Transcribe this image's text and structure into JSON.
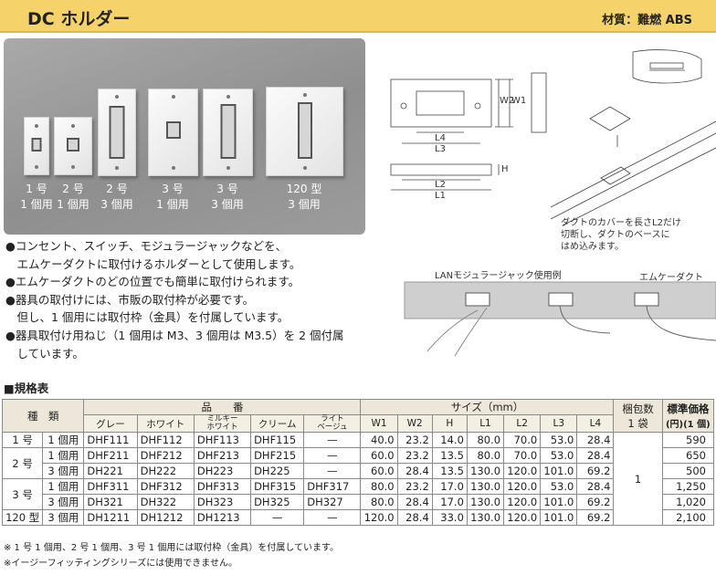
{
  "header": {
    "title": "DC ホルダー",
    "material": "材質：難燃 ABS"
  },
  "photo_labels": [
    {
      "line1": "1 号",
      "line2": "1 個用"
    },
    {
      "line1": "2 号",
      "line2": "1 個用"
    },
    {
      "line1": "2 号",
      "line2": "3 個用"
    },
    {
      "line1": "3 号",
      "line2": "1 個用"
    },
    {
      "line1": "3 号",
      "line2": "3 個用"
    },
    {
      "line1": "120 型",
      "line2": "3 個用"
    }
  ],
  "bullets": [
    "●コンセント、スイッチ、モジュラージャックなどを、",
    "　エムケーダクトに取付けるホルダーとして使用します。",
    "●エムケーダクトのどの位置でも簡単に取付けられます。",
    "●器具の取付けには、市販の取付枠が必要です。",
    "　但し、1 個用には取付枠（金具）を付属しています。",
    "●器具取付け用ねじ（1 個用は M3、3 個用は M3.5）を 2 個付属",
    "　しています。"
  ],
  "diagram": {
    "dim_labels": {
      "w1": "W1",
      "w2": "W2",
      "l1": "L1",
      "l2": "L2",
      "l3": "L3",
      "l4": "L4",
      "h": "H"
    },
    "duct_note": [
      "ダクトのカバーを長さL2だけ",
      "切断し、ダクトのベースに",
      "はめ込みます。"
    ],
    "lan_caption": "LANモジュラージャック使用例",
    "duct_label": "エムケーダクト"
  },
  "section_title": "■規格表",
  "table": {
    "h_kind": "種　類",
    "h_model": "品　　番",
    "h_size": "サイズ（mm）",
    "h_pack": [
      "梱包数",
      "1 袋"
    ],
    "h_price": [
      "標準価格",
      "(円)(1 個)"
    ],
    "colors": [
      "グレー",
      "ホワイト",
      [
        "ミルキー",
        "ホワイト"
      ],
      "クリーム",
      [
        "ライト",
        "ベージュ"
      ]
    ],
    "dims": [
      "W1",
      "W2",
      "H",
      "L1",
      "L2",
      "L3",
      "L4"
    ],
    "pack_value": "1",
    "groups": [
      {
        "kind": "1 号",
        "rows": [
          {
            "use": "1 個用",
            "models": [
              "DHF111",
              "DHF112",
              "DHF113",
              "DHF115",
              "—"
            ],
            "sizes": [
              "40.0",
              "23.2",
              "14.0",
              "80.0",
              "70.0",
              "53.0",
              "28.4"
            ],
            "price": "590"
          }
        ]
      },
      {
        "kind": "2 号",
        "rows": [
          {
            "use": "1 個用",
            "models": [
              "DHF211",
              "DHF212",
              "DHF213",
              "DHF215",
              "—"
            ],
            "sizes": [
              "60.0",
              "23.2",
              "13.5",
              "80.0",
              "70.0",
              "53.0",
              "28.4"
            ],
            "price": "650"
          },
          {
            "use": "3 個用",
            "models": [
              "DH221",
              "DH222",
              "DH223",
              "DH225",
              "—"
            ],
            "sizes": [
              "60.0",
              "28.4",
              "13.5",
              "130.0",
              "120.0",
              "101.0",
              "69.2"
            ],
            "price": "500"
          }
        ]
      },
      {
        "kind": "3 号",
        "rows": [
          {
            "use": "1 個用",
            "models": [
              "DHF311",
              "DHF312",
              "DHF313",
              "DHF315",
              "DHF317"
            ],
            "sizes": [
              "80.0",
              "23.2",
              "17.0",
              "130.0",
              "120.0",
              "53.0",
              "28.4"
            ],
            "price": "1,250"
          },
          {
            "use": "3 個用",
            "models": [
              "DH321",
              "DH322",
              "DH323",
              "DH325",
              "DH327"
            ],
            "sizes": [
              "80.0",
              "28.4",
              "17.0",
              "130.0",
              "120.0",
              "101.0",
              "69.2"
            ],
            "price": "1,020"
          }
        ]
      },
      {
        "kind": "120 型",
        "rows": [
          {
            "use": "3 個用",
            "models": [
              "DH1211",
              "DH1212",
              "DH1213",
              "—",
              "—"
            ],
            "sizes": [
              "120.0",
              "28.4",
              "33.0",
              "130.0",
              "120.0",
              "101.0",
              "69.2"
            ],
            "price": "2,100"
          }
        ]
      }
    ]
  },
  "notes": [
    "※ 1 号 1 個用、2 号 1 個用、3 号 1 個用には取付枠（金具）を付属しています。",
    "※イージーフィッティングシリーズには使用できません。"
  ],
  "colors": {
    "title_bar": "#f5d26a",
    "table_header": "#ece7d9",
    "photo_bg": "#999999"
  }
}
